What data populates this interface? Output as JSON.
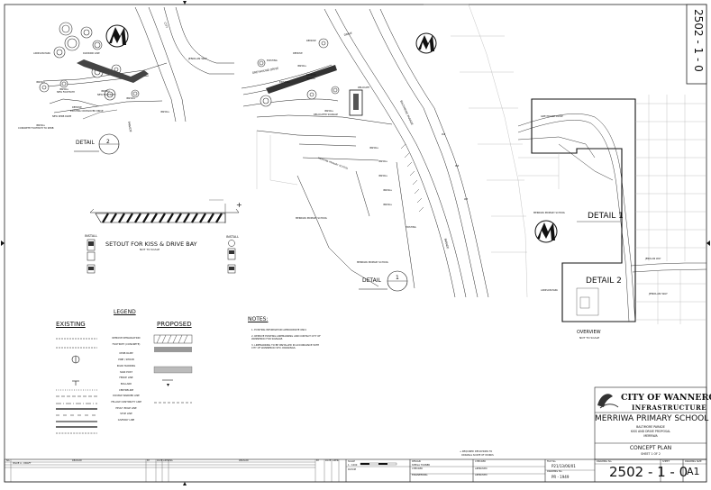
{
  "sheet_code": "2502 - 1 - 0",
  "detail_labels": {
    "detail_2_top": "DETAIL",
    "detail_2_num": "2",
    "detail_1_mid": "DETAIL",
    "detail_1_num": "1",
    "overview_detail_1": "DETAIL 1",
    "overview_detail_2": "DETAIL 2",
    "overview": "OVERVIEW",
    "overview_scale": "NOT TO SCALE"
  },
  "setout": {
    "title": "SETOUT FOR KISS & DRIVE BAY",
    "scale": "NOT TO SCALE",
    "install_1": "INSTALL",
    "install_2": "INSTALL"
  },
  "map_labels": {
    "jenolan_way_1": "JENOLAN WAY",
    "jenolan_way_2": "JENOLAN WAY",
    "greyhound_drive_1": "GREYHOUND DRIVE",
    "greyhound_drive_2": "GREYHOUND DRIVE",
    "school_1": "MERRIWA PRIMARY SCHOOL",
    "school_2": "MERRIWA PRIMARY SCHOOL",
    "school_3": "MERRIWA PRIMARY SCHOOL",
    "baltimore": "BALTIMORE PARADE"
  },
  "legend": {
    "title": "LEGEND",
    "existing": "EXISTING",
    "proposed": "PROPOSED",
    "items": [
      "REMOVE DEMARCATION",
      "FOOTPATH (CONCRETE)",
      "KERB RAMP",
      "PINE / SHRUB",
      "ROAD MARKING",
      "SIGN POST",
      "FENCE LINE",
      "BOLLARD",
      "CENTRELINE",
      "DOUBLE BARRIER LINE",
      "YELLOW CONTINUITY LINE",
      "HEAVY EDGE LINE",
      "STOP LINE",
      "GIVEWAY LINE"
    ]
  },
  "notes": {
    "title": "NOTES:",
    "items": [
      "1.   EXISTING INFORMATION APPROXIMATE ONLY.",
      "2.   REMOVE EXISTING LINEMARKING AND CONTACT CITY OF WANNEROO FOR SIGNAGE.",
      "3.   LINEMARKING TO BE INSTALLED IN ACCORDANCE WITH CITY OF WANNEROO STD. DRAWINGS."
    ]
  },
  "title_block": {
    "org_name": "CITY OF WANNEROO",
    "org_sub": "INFRASTRUCTURE",
    "project": "MERRIWA PRIMARY SCHOOL",
    "project_sub1": "BALTIMORE PARADE",
    "project_sub2": "KISS AND DRIVE PROPOSAL",
    "project_sub3": "MERRIWA",
    "sheet_title": "CONCEPT PLAN",
    "sheet_of": "SHEET 1 OF 2",
    "drawing_no": "2502 - 1 - 0",
    "size": "A1",
    "ref_no": "PR - 1949",
    "file_ref": "P21/13/06/01"
  }
}
